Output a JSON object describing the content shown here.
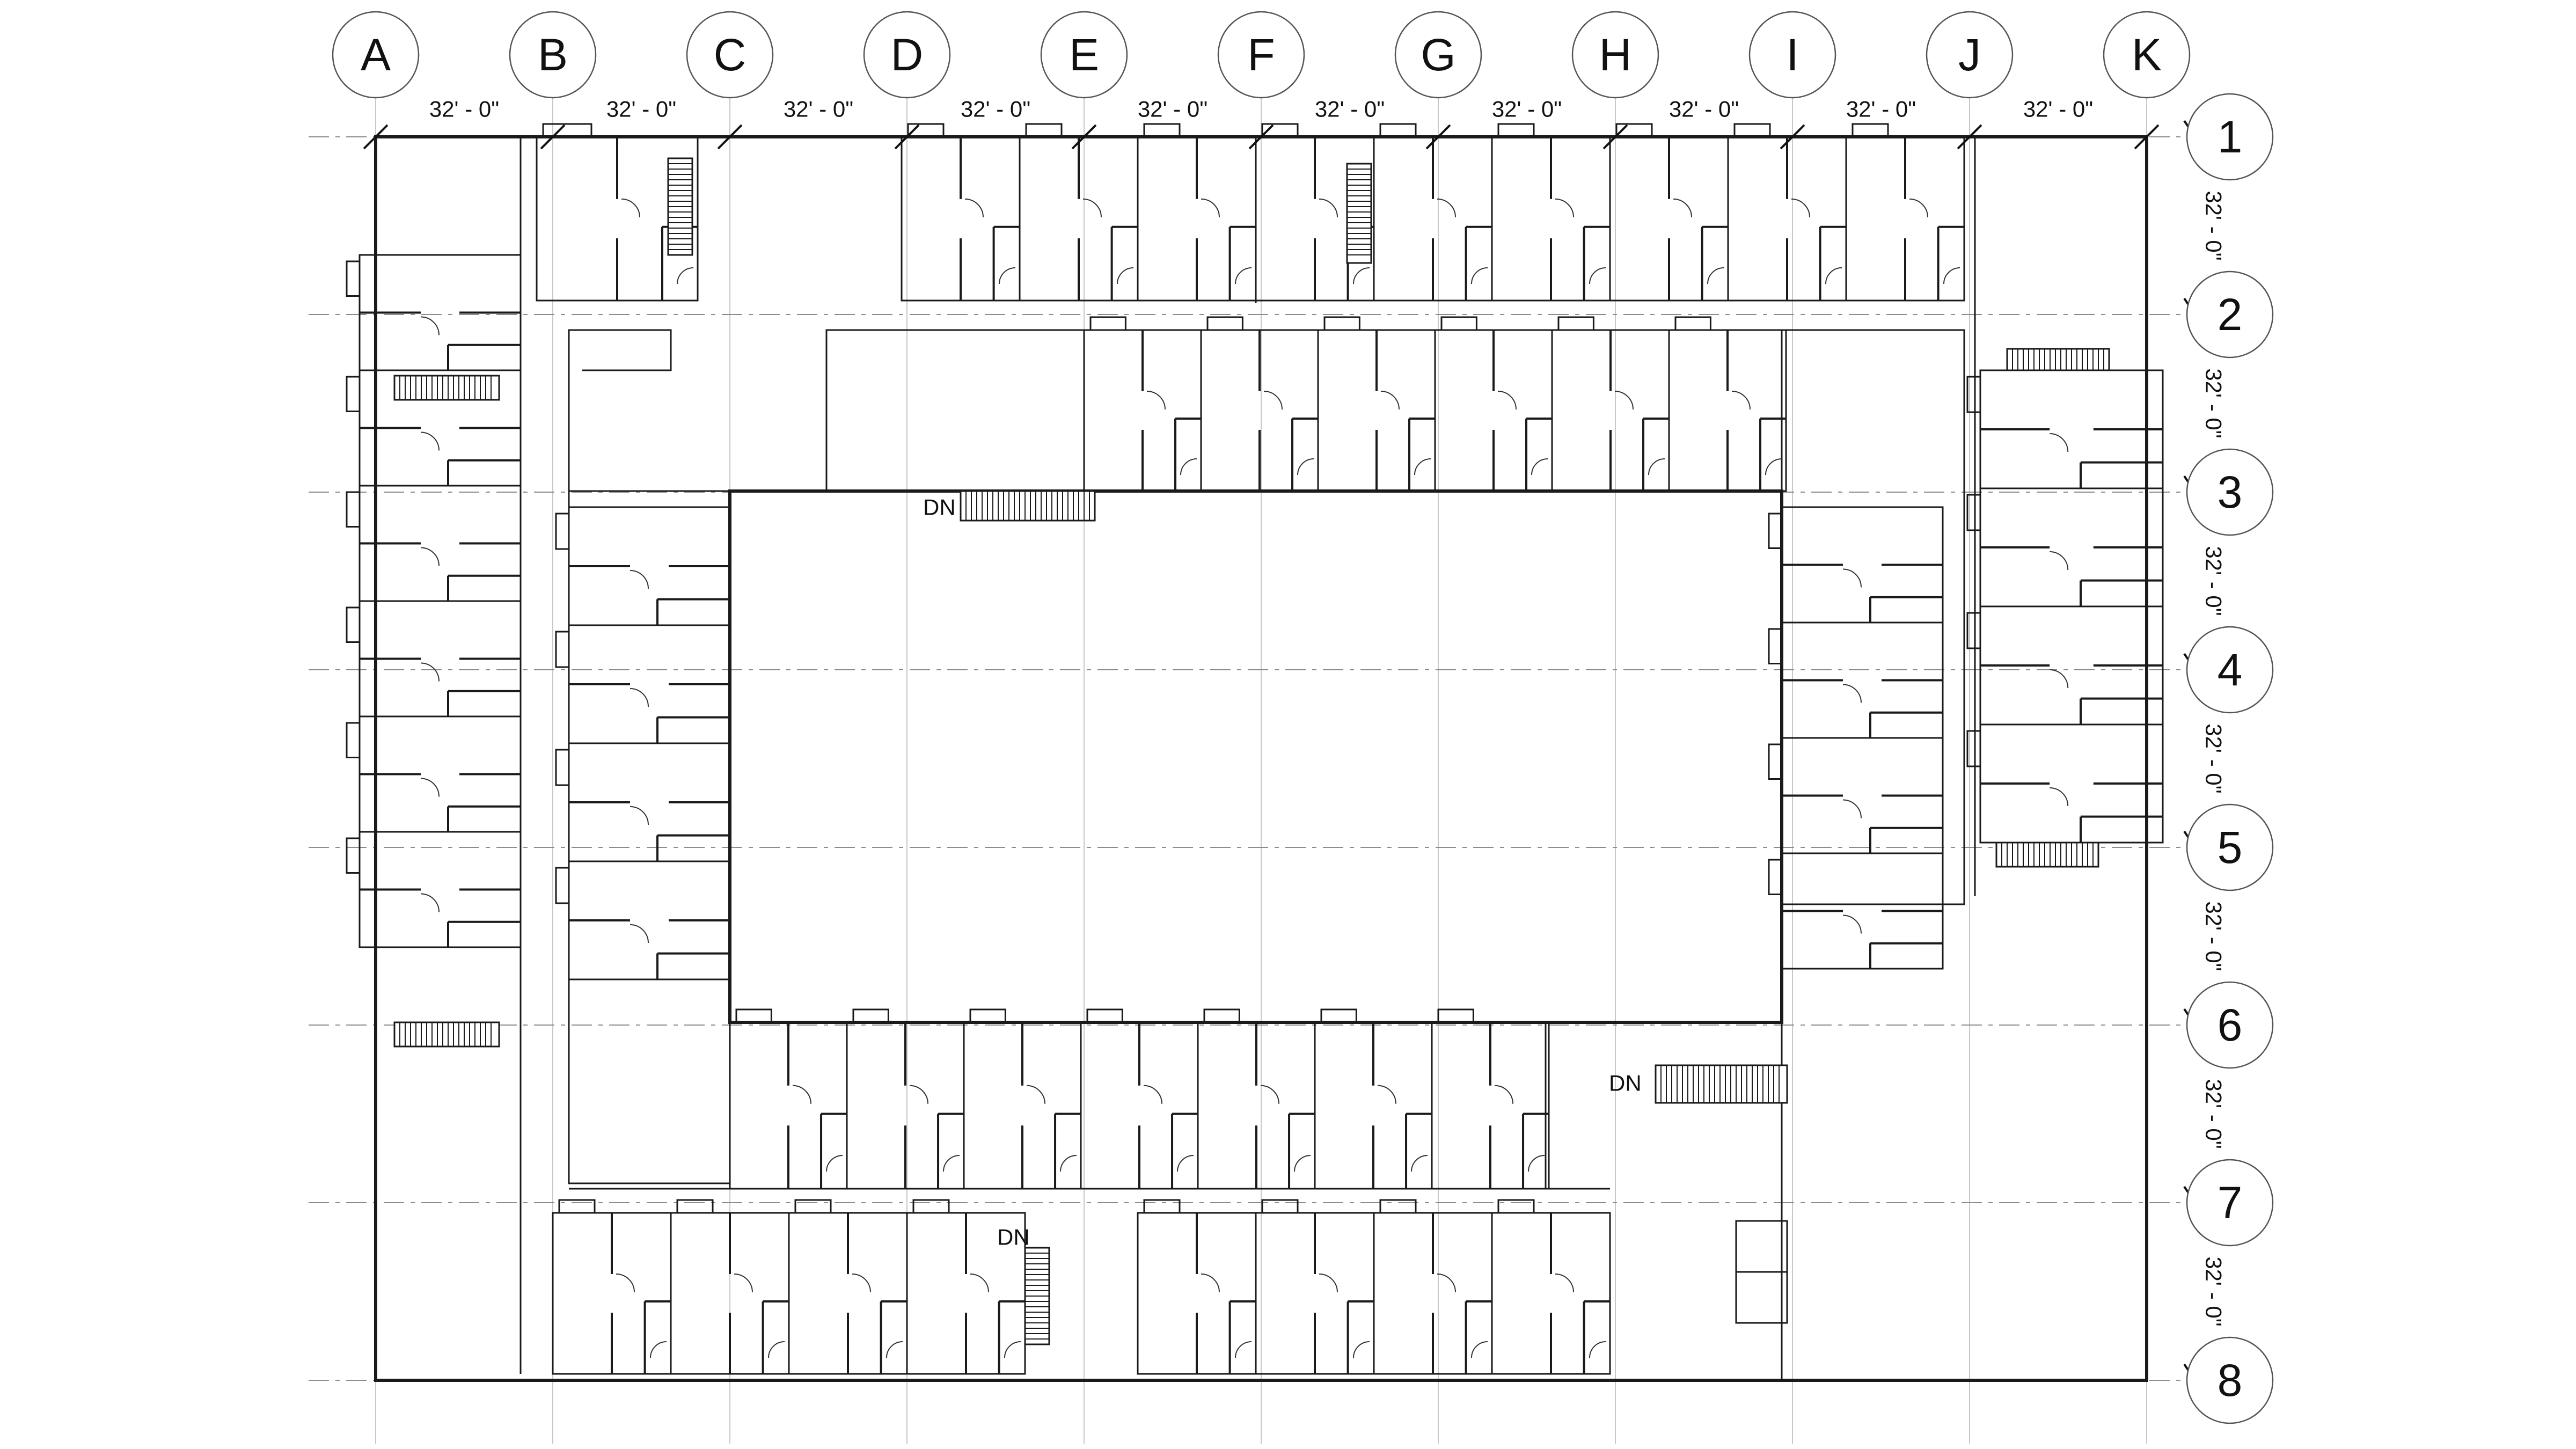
{
  "columns": [
    "A",
    "B",
    "C",
    "D",
    "E",
    "F",
    "G",
    "H",
    "I",
    "J",
    "K"
  ],
  "rows": [
    "1",
    "2",
    "3",
    "4",
    "5",
    "6",
    "7",
    "8"
  ],
  "column_spacing_label": "32' - 0\"",
  "row_spacing_label": "32' - 0\"",
  "stair_labels": [
    "DN",
    "DN",
    "DN"
  ],
  "colors": {
    "line": "#1a1a1a",
    "grid": "#8c8c8c",
    "background": "#ffffff"
  }
}
